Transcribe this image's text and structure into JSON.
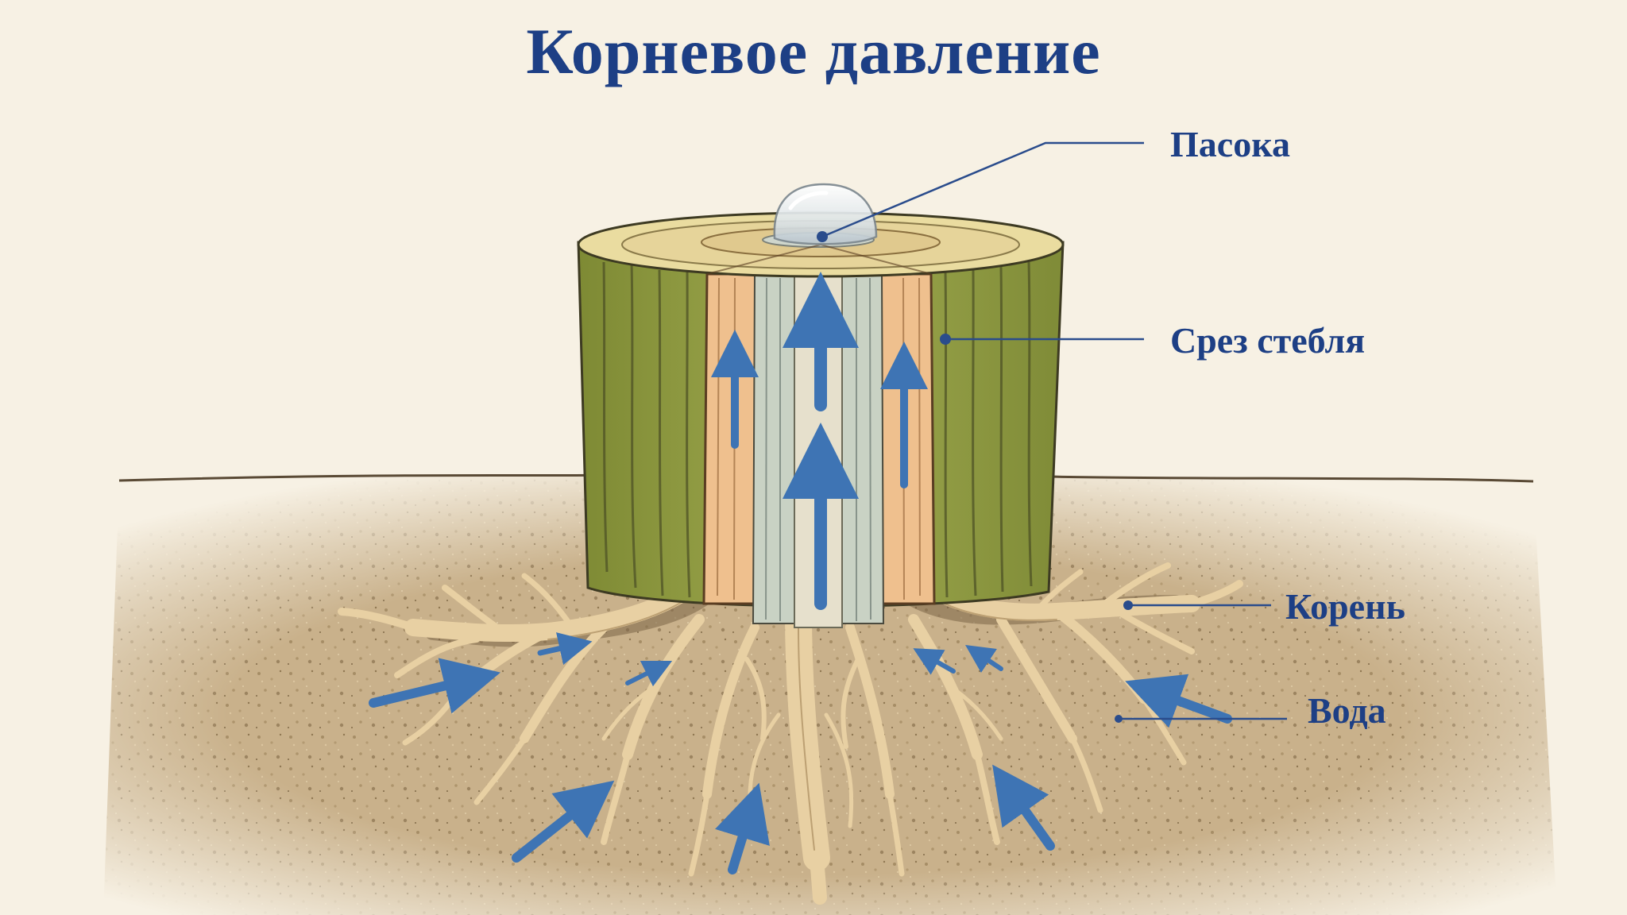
{
  "title": "Корневое давление",
  "labels": {
    "sap": "Пасока",
    "stem_cut": "Срез стебля",
    "root": "Корень",
    "water": "Вода"
  },
  "colors": {
    "title": "#1d3f85",
    "label": "#1d3f85",
    "arrow": "#3e74b4",
    "leader_line": "#2a4c8c",
    "background": "#f7f1e4",
    "soil": "#c8b08a",
    "bark": "#8e9a3e",
    "cortex": "#efc08e",
    "xylem": "#c6d0c2",
    "root": "#ecd4a8"
  }
}
